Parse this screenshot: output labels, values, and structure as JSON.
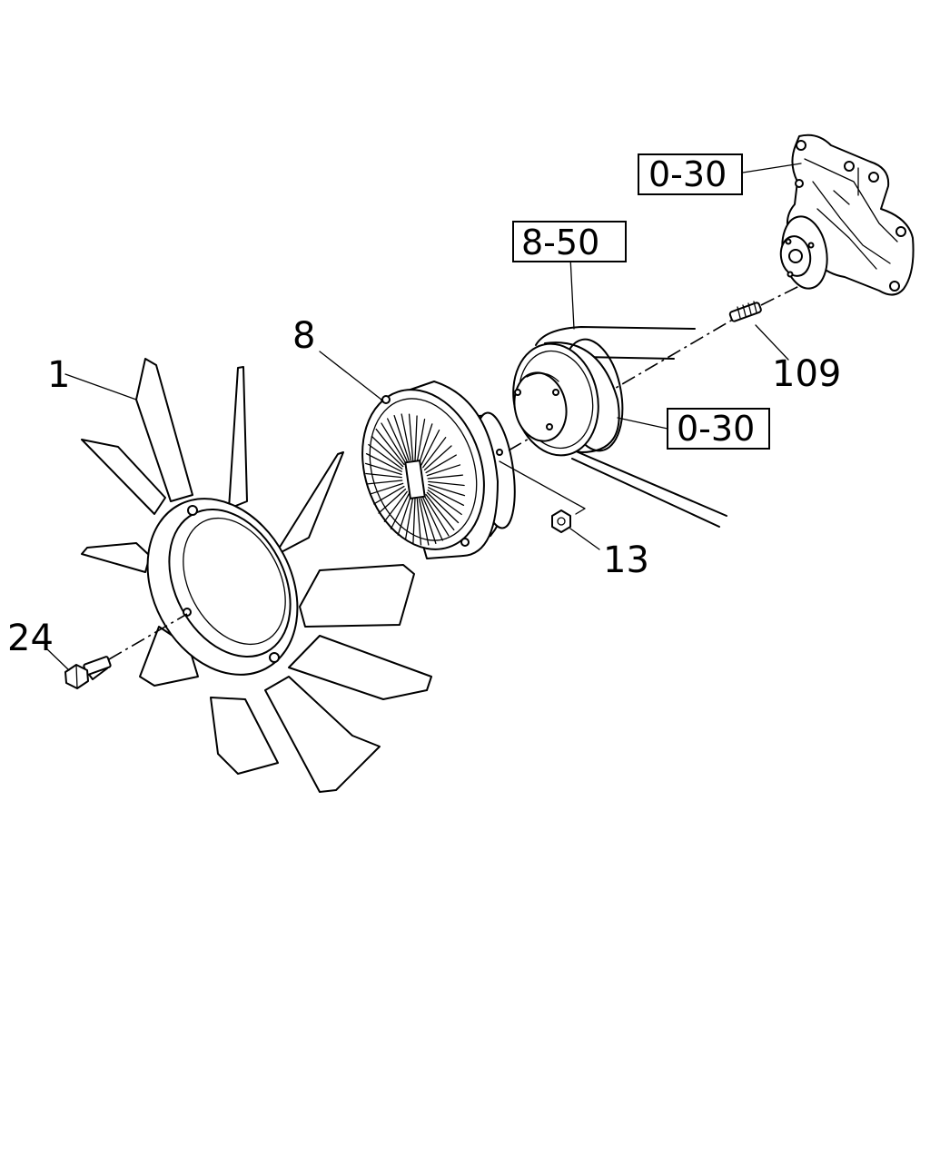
{
  "callouts": {
    "fan": "1",
    "fan_clutch": "8",
    "nut": "13",
    "bolt": "24",
    "stud": "109"
  },
  "references": {
    "water_pump": "0-30",
    "belt": "8-50",
    "pulley": "0-30"
  }
}
